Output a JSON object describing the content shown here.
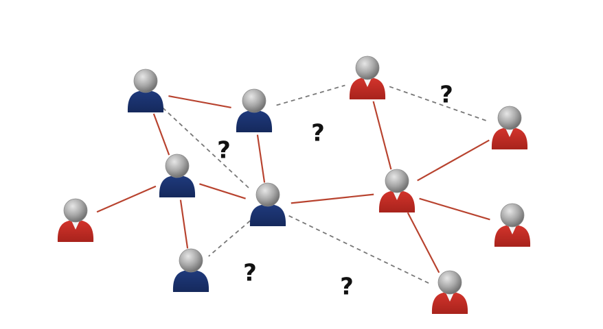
{
  "diagram": {
    "colors": {
      "group_a": "#1f3a7d",
      "group_a_dark": "#15295c",
      "group_b": "#d3342c",
      "group_b_dark": "#a8231c",
      "head": "#a9a9a9",
      "head_light": "#e6e6e6",
      "solid_edge": "#b8432f",
      "dashed_edge": "#777777",
      "question_mark": "#111111"
    },
    "nodes": [
      {
        "id": "a1",
        "group": "group_a"
      },
      {
        "id": "a2",
        "group": "group_a"
      },
      {
        "id": "a3",
        "group": "group_a"
      },
      {
        "id": "a4",
        "group": "group_a"
      },
      {
        "id": "a5",
        "group": "group_a"
      },
      {
        "id": "b1",
        "group": "group_b"
      },
      {
        "id": "b2",
        "group": "group_b"
      },
      {
        "id": "b3",
        "group": "group_b"
      },
      {
        "id": "b4",
        "group": "group_b"
      },
      {
        "id": "b5",
        "group": "group_b"
      },
      {
        "id": "b6",
        "group": "group_b"
      }
    ],
    "edges": [
      {
        "from": "a1",
        "to": "a2",
        "style": "solid"
      },
      {
        "from": "a1",
        "to": "a3",
        "style": "solid"
      },
      {
        "from": "a1",
        "to": "a4",
        "style": "dashed"
      },
      {
        "from": "a2",
        "to": "a4",
        "style": "solid"
      },
      {
        "from": "a2",
        "to": "b1",
        "style": "dashed",
        "label": "?"
      },
      {
        "from": "a3",
        "to": "b2",
        "style": "solid"
      },
      {
        "from": "a3",
        "to": "a4",
        "style": "solid"
      },
      {
        "from": "a3",
        "to": "a5",
        "style": "solid"
      },
      {
        "from": "a4",
        "to": "a5",
        "style": "dashed",
        "label": "?"
      },
      {
        "from": "a4",
        "to": "b3",
        "style": "solid"
      },
      {
        "from": "a4",
        "to": "b4",
        "style": "dashed",
        "label": "?"
      },
      {
        "from": "b1",
        "to": "b3",
        "style": "solid"
      },
      {
        "from": "b1",
        "to": "b5",
        "style": "dashed",
        "label": "?"
      },
      {
        "from": "b3",
        "to": "b5",
        "style": "solid"
      },
      {
        "from": "b3",
        "to": "b6",
        "style": "solid"
      },
      {
        "from": "b3",
        "to": "b4",
        "style": "solid"
      }
    ],
    "extra_labels": [
      {
        "for_edge": "a1-a4",
        "text": "?"
      }
    ]
  }
}
